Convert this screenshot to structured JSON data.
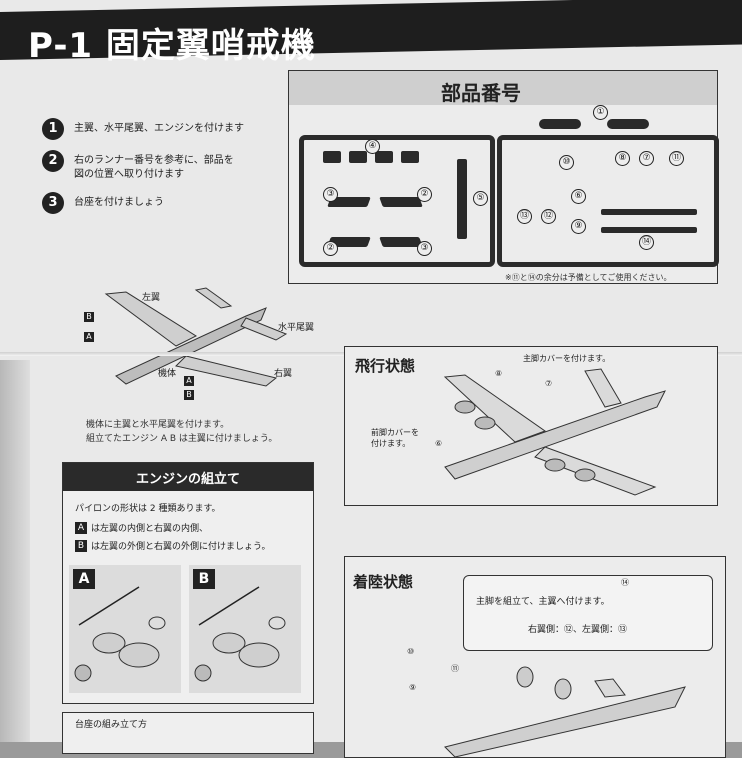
{
  "title": "P-1 固定翼哨戒機",
  "steps": [
    {
      "num": "1",
      "text": "主翼、水平尾翼、エンジンを付けます"
    },
    {
      "num": "2",
      "text": "右のランナー番号を参考に、部品を\n図の位置へ取り付けます"
    },
    {
      "num": "3",
      "text": "台座を付けましょう"
    }
  ],
  "parts": {
    "title": "部品番号",
    "note": "※⑪と⑭の余分は予備としてご使用ください。",
    "labels": [
      "①",
      "②",
      "③",
      "④",
      "⑤",
      "⑥",
      "⑦",
      "⑧",
      "⑨",
      "⑩",
      "⑪",
      "⑫",
      "⑬",
      "⑭"
    ]
  },
  "assembly": {
    "left_wing": "左翼",
    "horizontal_tail": "水平尾翼",
    "right_wing": "右翼",
    "fuselage": "機体",
    "tag_a": "A",
    "tag_b": "B",
    "note": "機体に主翼と水平尾翼を付けます。\n組立てたエンジン A B は主翼に付けましょう。"
  },
  "engine": {
    "title": "エンジンの組立て",
    "intro": "パイロンの形状は 2 種類あります。",
    "line_a": "は左翼の内側と右翼の内側、",
    "line_b": "は左翼の外側と右翼の外側に付けましょう。",
    "tag_a": "A",
    "tag_b": "B"
  },
  "base": {
    "title": "台座の組み立て方"
  },
  "flight": {
    "title": "飛行状態",
    "main_gear_cover": "主脚カバーを付けます。",
    "nose_gear_cover": "前脚カバーを\n付けます。",
    "num_6": "⑥",
    "num_7": "⑦",
    "num_8": "⑧"
  },
  "landing": {
    "title": "着陸状態",
    "bubble_text": "主脚を組立て、主翼へ付けます。",
    "right_side": "右翼側：⑫、左翼側：⑬",
    "num_9": "⑨",
    "num_10": "⑩",
    "num_11": "⑪",
    "num_14": "⑭"
  }
}
